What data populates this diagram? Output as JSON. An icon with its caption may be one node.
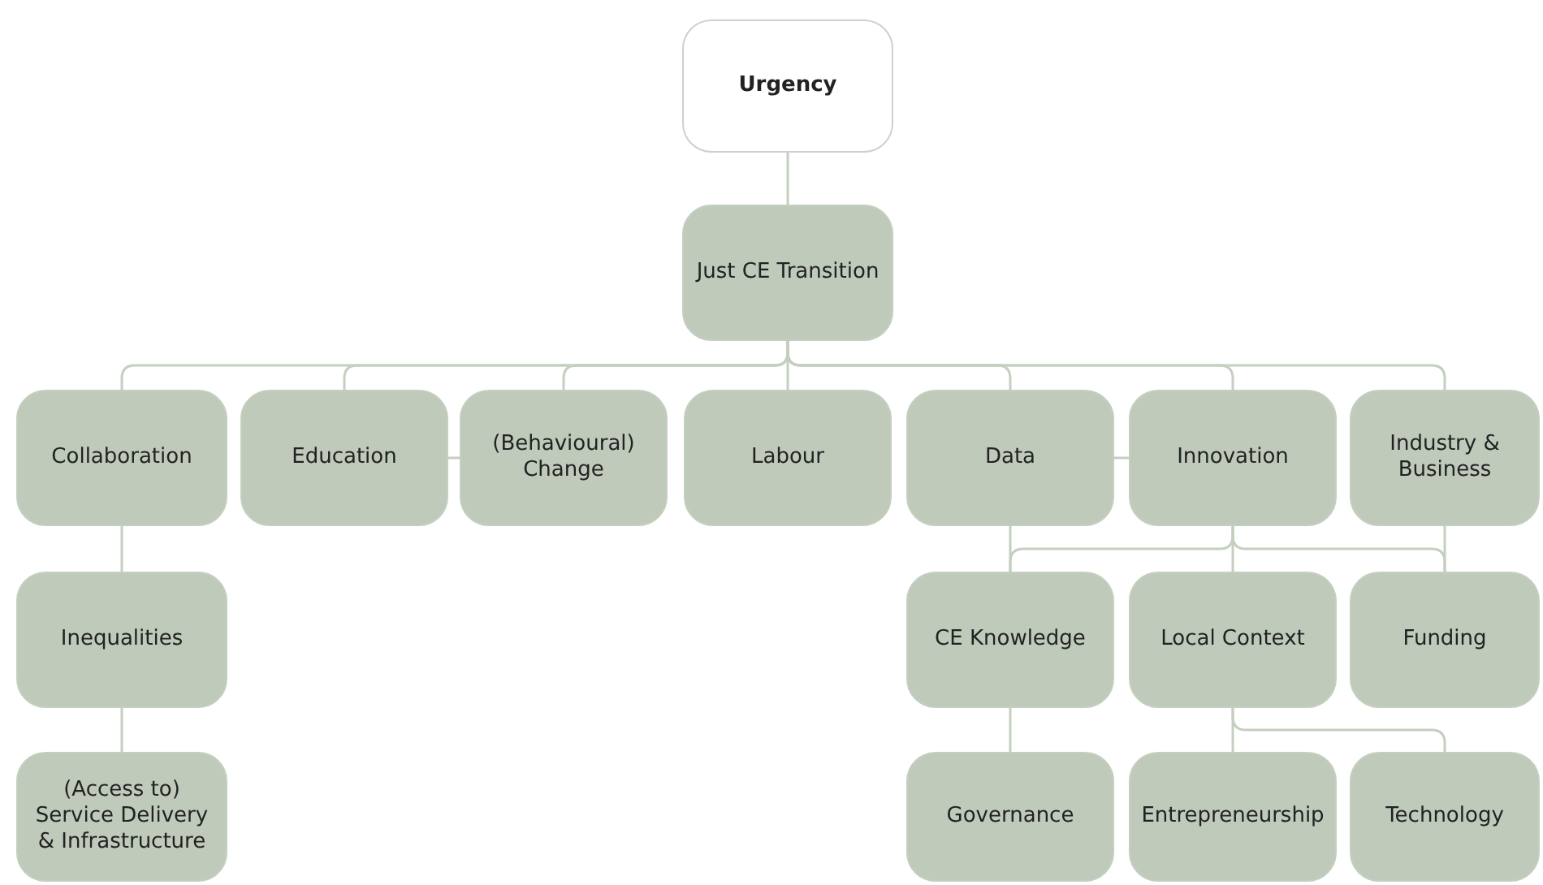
{
  "diagram": {
    "nodes": [
      {
        "text": [
          "Urgency"
        ]
      },
      {
        "text": [
          "Just CE Transition"
        ]
      },
      {
        "text": [
          "Collaboration"
        ]
      },
      {
        "text": [
          "Education"
        ]
      },
      {
        "text": [
          "(Behavioural) Change"
        ]
      },
      {
        "text": [
          "Labour"
        ]
      },
      {
        "text": [
          "Data"
        ]
      },
      {
        "text": [
          "Innovation"
        ]
      },
      {
        "text": [
          "Industry & Business"
        ]
      },
      {
        "text": [
          "Inequalities"
        ]
      },
      {
        "text": [
          "CE Knowledge"
        ]
      },
      {
        "text": [
          "Local Context"
        ]
      },
      {
        "text": [
          "Funding"
        ]
      },
      {
        "text": [
          "(Access to) Service Delivery & Infrastructure"
        ]
      },
      {
        "text": [
          "Governance"
        ]
      },
      {
        "text": [
          "Entrepreneurship"
        ]
      },
      {
        "text": [
          "Technology"
        ]
      }
    ],
    "edges": [
      {
        "from": 0,
        "to": 1,
        "arrow": "none"
      },
      {
        "from": 1,
        "to": 2,
        "arrow": "none"
      },
      {
        "from": 1,
        "to": 3,
        "arrow": "none"
      },
      {
        "from": 1,
        "to": 4,
        "arrow": "none"
      },
      {
        "from": 1,
        "to": 5,
        "arrow": "none"
      },
      {
        "from": 1,
        "to": 6,
        "arrow": "none"
      },
      {
        "from": 1,
        "to": 7,
        "arrow": "none"
      },
      {
        "from": 1,
        "to": 8,
        "arrow": "none"
      },
      {
        "from": 3,
        "to": 4,
        "arrow": "none"
      },
      {
        "from": 6,
        "to": 7,
        "arrow": "none"
      },
      {
        "from": 2,
        "to": 9,
        "arrow": "none"
      },
      {
        "from": 9,
        "to": 13,
        "arrow": "none"
      },
      {
        "from": 6,
        "to": 10,
        "arrow": "none"
      },
      {
        "from": 7,
        "to": 10,
        "arrow": "none"
      },
      {
        "from": 7,
        "to": 11,
        "arrow": "none"
      },
      {
        "from": 7,
        "to": 12,
        "arrow": "none"
      },
      {
        "from": 8,
        "to": 12,
        "arrow": "none"
      },
      {
        "from": 10,
        "to": 14,
        "arrow": "none"
      },
      {
        "from": 11,
        "to": 15,
        "arrow": "none"
      },
      {
        "from": 11,
        "to": 16,
        "arrow": "none"
      }
    ]
  }
}
